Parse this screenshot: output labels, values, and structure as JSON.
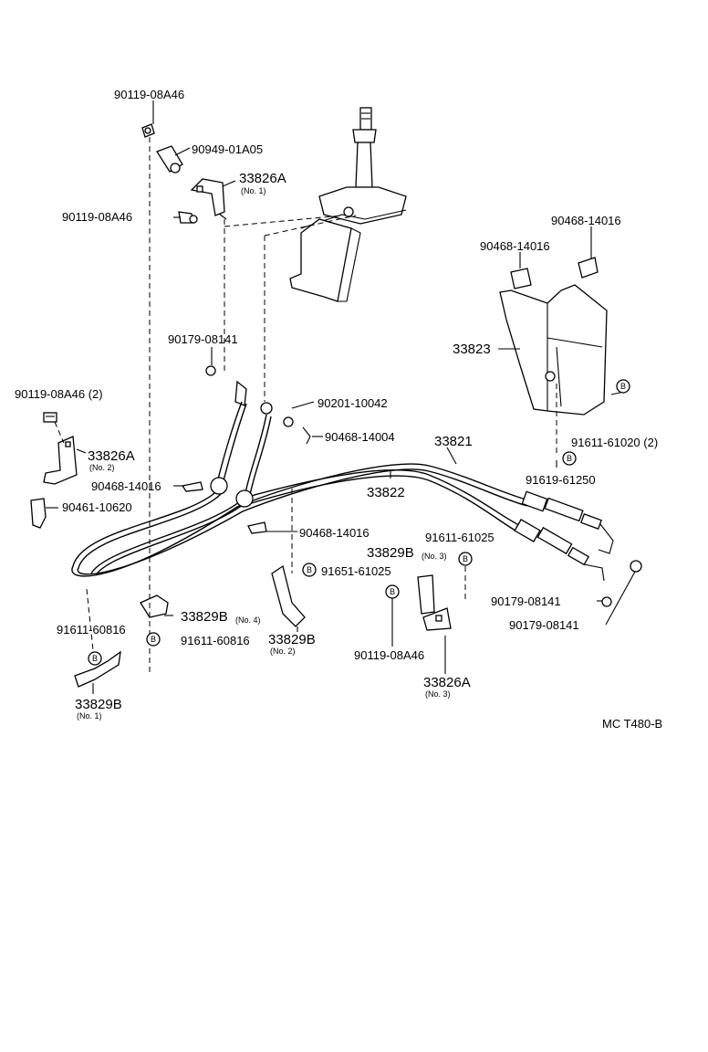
{
  "figure_code": "MC T480-B",
  "callouts": {
    "c1": "90119-08A46",
    "c2": "90949-01A05",
    "c3": "33826A",
    "c3n": "(No. 1)",
    "c4": "90119-08A46",
    "c5": "90179-08141",
    "c6": "90119-08A46 (2)",
    "c7": "33826A",
    "c7n": "(No. 2)",
    "c8": "90468-14016",
    "c9": "90461-10620",
    "c10": "90201-10042",
    "c11": "90468-14004",
    "c12": "33821",
    "c13": "33822",
    "c14": "90468-14016",
    "c15": "90468-14016",
    "c16": "33823",
    "c17": "91611-61020 (2)",
    "c18": "91619-61250",
    "c19": "90468-14016",
    "c20": "91611-61025",
    "c21": "33829B",
    "c21n": "(No. 3)",
    "c22": "91651-61025",
    "c23": "33829B",
    "c23n": "(No. 4)",
    "c24": "91611-60816",
    "c25": "91611-60816",
    "c26": "33829B",
    "c26n": "(No. 2)",
    "c27": "90119-08A46",
    "c28": "33826A",
    "c28n": "(No. 3)",
    "c29": "90179-08141",
    "c30": "90179-08141",
    "c31": "33829B",
    "c31n": "(No. 1)",
    "bolt_marker": "B"
  }
}
